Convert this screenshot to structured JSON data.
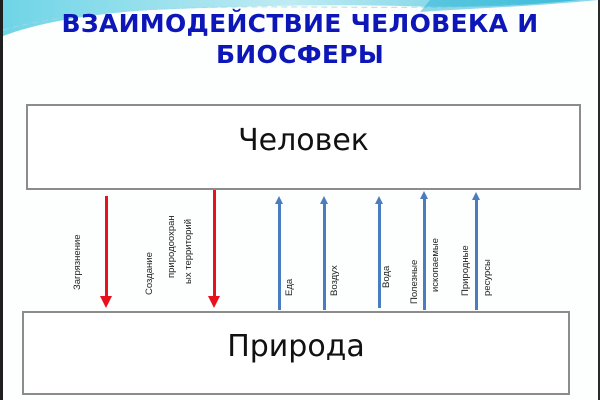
{
  "title": {
    "line1": "ВЗАИМОДЕЙСТВИЕ ЧЕЛОВЕКА И",
    "line2": "БИОСФЕРЫ",
    "color": "#0d16b8"
  },
  "boxes": {
    "top": "Человек",
    "bottom": "Природа"
  },
  "colors": {
    "human_to_nature_arrow": "#e8121c",
    "nature_to_human_arrow": "#4a7dbf",
    "box_border": "#8c8c8c"
  },
  "arrows": [
    {
      "direction": "down",
      "from": "Человек",
      "to": "Природа",
      "label_lines": [
        "Загрязнение"
      ]
    },
    {
      "direction": "down",
      "from": "Человек",
      "to": "Природа",
      "label_lines": [
        "Создание",
        "природоохран",
        "ых территорий"
      ]
    },
    {
      "direction": "up",
      "from": "Природа",
      "to": "Человек",
      "label_lines": [
        "Еда"
      ]
    },
    {
      "direction": "up",
      "from": "Природа",
      "to": "Человек",
      "label_lines": [
        "Воздух"
      ]
    },
    {
      "direction": "up",
      "from": "Природа",
      "to": "Человек",
      "label_lines": [
        "Вода"
      ]
    },
    {
      "direction": "up",
      "from": "Природа",
      "to": "Человек",
      "label_lines": [
        "Полезные",
        "ископаемые"
      ]
    },
    {
      "direction": "up",
      "from": "Природа",
      "to": "Человек",
      "label_lines": [
        "Природные",
        "ресурсы"
      ]
    }
  ]
}
